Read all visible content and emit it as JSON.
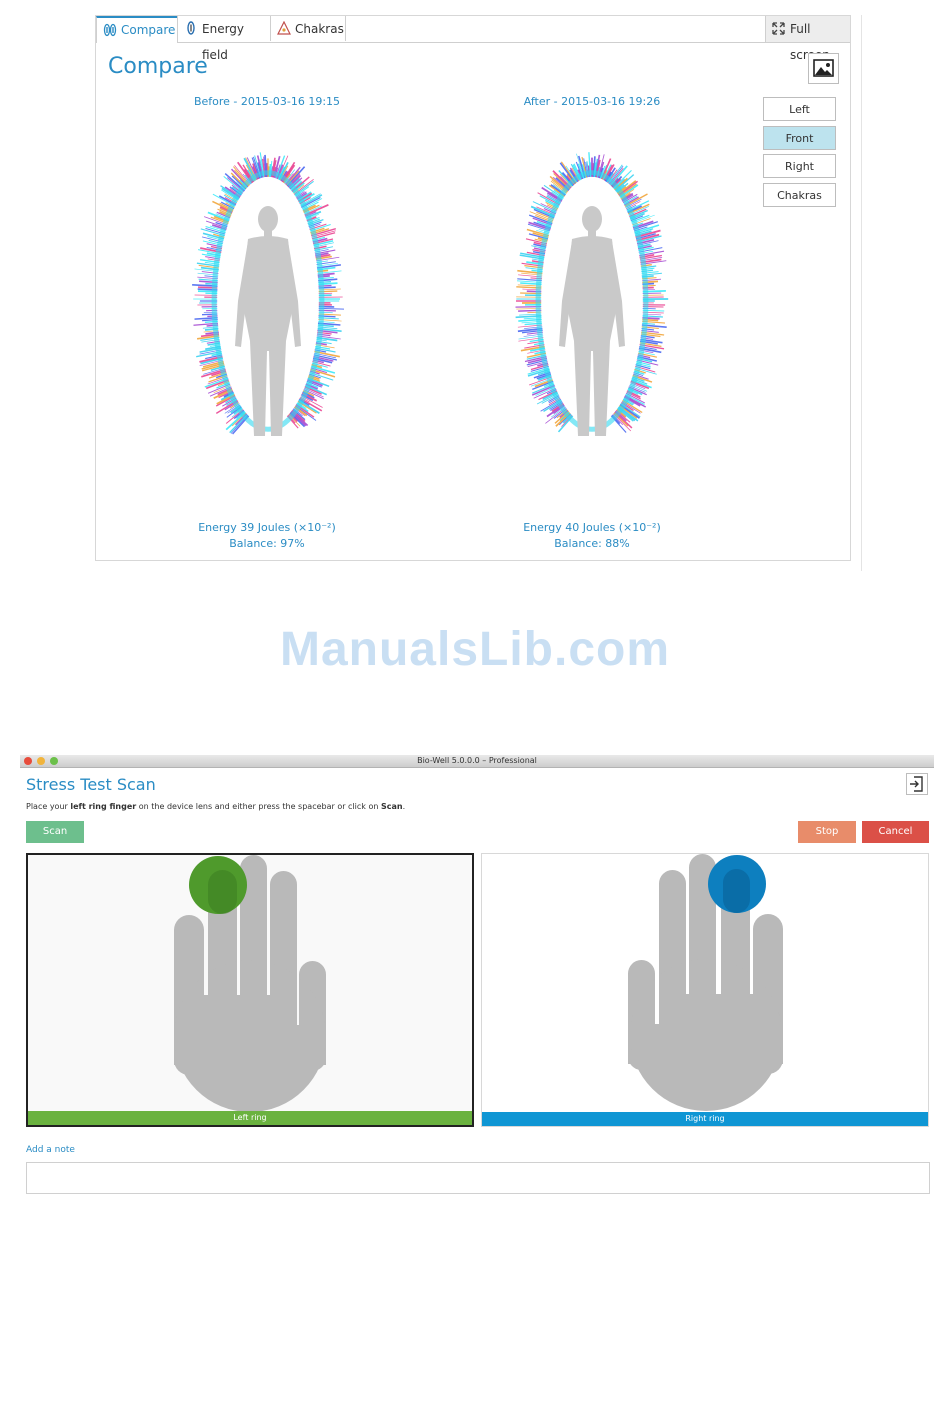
{
  "compare": {
    "tabs": [
      {
        "label": "Compare",
        "icon": "compare-icon",
        "active": true
      },
      {
        "label": "Energy field",
        "icon": "energy-field-icon",
        "active": false
      },
      {
        "label": "Chakras",
        "icon": "chakras-icon",
        "active": false
      }
    ],
    "fullscreen_label": "Full screen",
    "title": "Compare",
    "before": {
      "caption": "Before - 2015-03-16 19:15",
      "energy": "Energy 39 Joules (×10⁻²)",
      "balance": "Balance: 97%"
    },
    "after": {
      "caption": "After - 2015-03-16 19:26",
      "energy": "Energy 40 Joules (×10⁻²)",
      "balance": "Balance: 88%"
    },
    "view_buttons": [
      {
        "label": "Left",
        "selected": false
      },
      {
        "label": "Front",
        "selected": true
      },
      {
        "label": "Right",
        "selected": false
      },
      {
        "label": "Chakras",
        "selected": false
      }
    ]
  },
  "watermark": "ManualsLib.com",
  "stress": {
    "window_title": "Bio-Well 5.0.0.0 – Professional",
    "title": "Stress Test Scan",
    "instruction": {
      "pre": "Place your ",
      "finger": "left ring finger",
      "mid": " on the device lens and either press the spacebar or click on ",
      "action": "Scan",
      "post": "."
    },
    "scan_label": "Scan",
    "stop_label": "Stop",
    "cancel_label": "Cancel",
    "left_panel_label": "Left ring",
    "right_panel_label": "Right ring",
    "add_note_label": "Add a note",
    "note_value": "",
    "colors": {
      "left": "#6ab23f",
      "right": "#0f96d4",
      "left_marker": "#4f9a2c",
      "right_marker": "#0d7fbf"
    }
  }
}
